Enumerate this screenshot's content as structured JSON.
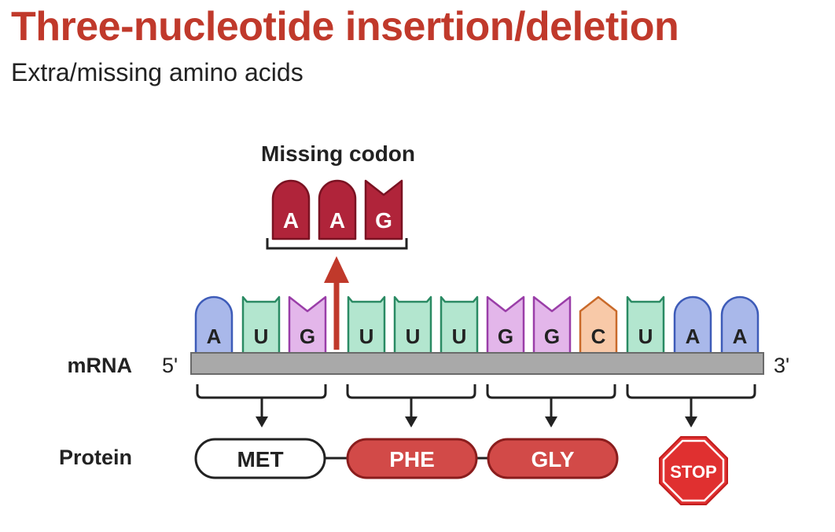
{
  "header": {
    "title": "Three-nucleotide insertion/deletion",
    "subtitle": "Extra/missing amino acids"
  },
  "missing": {
    "label": "Missing codon",
    "bases": [
      "A",
      "A",
      "G"
    ]
  },
  "mrna": {
    "label": "mRNA",
    "end5": "5'",
    "end3": "3'",
    "bases": [
      "A",
      "U",
      "G",
      "U",
      "U",
      "U",
      "G",
      "G",
      "C",
      "U",
      "A",
      "A"
    ]
  },
  "protein": {
    "label": "Protein",
    "items": [
      "MET",
      "PHE",
      "GLY"
    ],
    "stop": "STOP"
  },
  "colors": {
    "title": "#c0392b",
    "A": "#a9b8ea",
    "U": "#b3e6cf",
    "G": "#e3b6ea",
    "C": "#f8c9a8",
    "missing": "#b0243a",
    "pill": "#d24a48",
    "stop": "#e03030"
  }
}
